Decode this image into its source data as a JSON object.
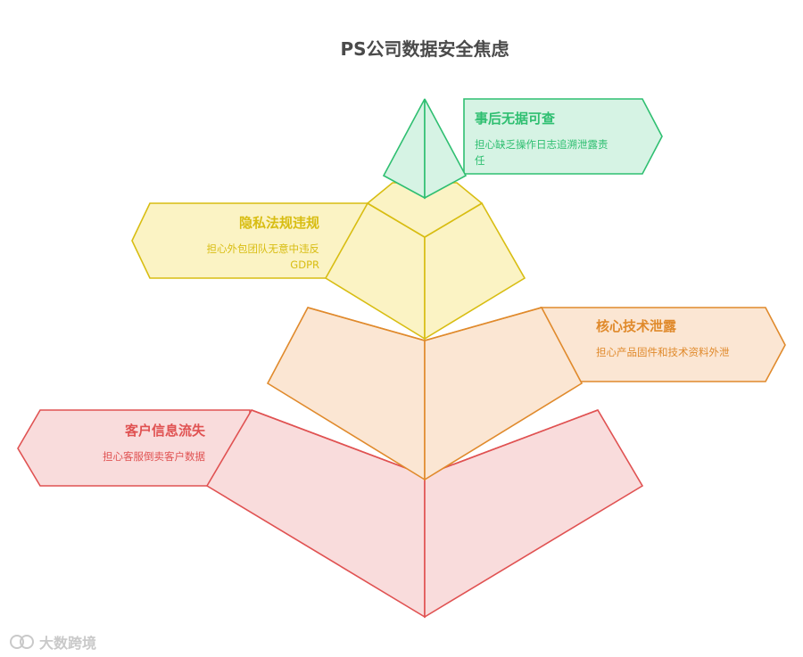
{
  "title": "PS公司数据安全焦虑",
  "levels": [
    {
      "id": "top",
      "heading": "事后无据可查",
      "desc_lines": [
        "担心缺乏操作日志追溯泄露责",
        "任"
      ],
      "color": "#2fbf71",
      "fill": "#d6f3e4"
    },
    {
      "id": "second",
      "heading": "隐私法规违规",
      "desc_lines": [
        "担心外包团队无意中违反",
        "GDPR"
      ],
      "color": "#d8bd12",
      "fill": "#fbf3c4"
    },
    {
      "id": "third",
      "heading": "核心技术泄露",
      "desc_lines": [
        "担心产品固件和技术资料外泄"
      ],
      "color": "#e08a2c",
      "fill": "#fbe6d3"
    },
    {
      "id": "base",
      "heading": "客户信息流失",
      "desc_lines": [
        "担心客服倒卖客户数据"
      ],
      "color": "#e05252",
      "fill": "#f9dcdc"
    }
  ],
  "watermark": {
    "text": "大数跨境",
    "icon": "brand-logo-icon"
  }
}
